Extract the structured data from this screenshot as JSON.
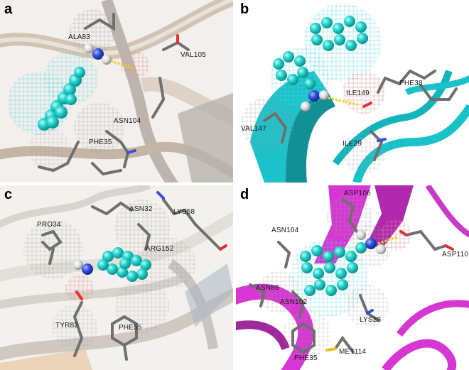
{
  "colors": {
    "ligand_carbon": "#27d6d0",
    "nitrogen": "#2f4fe0",
    "hydrogen": "#dcdcdc",
    "hbond": "#e6d21a",
    "protein_a": "#cbbfb0",
    "protein_b": "#19c2c8",
    "protein_c": "#d9d6d0",
    "protein_d": "#d637d2"
  },
  "panels": [
    {
      "letter": "a",
      "labels": [
        "ALA83",
        "VAL105",
        "ASN104",
        "PHE35"
      ]
    },
    {
      "letter": "b",
      "labels": [
        "ILE149",
        "PHE38",
        "VAL147",
        "ILE29"
      ]
    },
    {
      "letter": "c",
      "labels": [
        "ASN32",
        "LYS58",
        "PRO34",
        "ARG152",
        "TYR82",
        "PHE55"
      ]
    },
    {
      "letter": "d",
      "labels": [
        "ASP106",
        "ASN104",
        "ASP110",
        "ASN86",
        "ASN102",
        "LYS28",
        "PHE35",
        "MET114"
      ]
    }
  ]
}
